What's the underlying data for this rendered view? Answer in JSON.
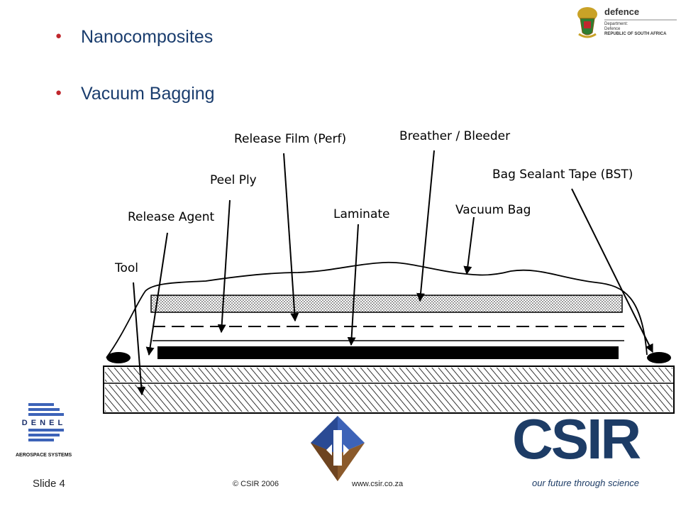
{
  "bullets": [
    {
      "text": "Nanocomposites"
    },
    {
      "text": "Vacuum Bagging"
    }
  ],
  "diagram": {
    "labels": {
      "tool": "Tool",
      "release_agent": "Release Agent",
      "peel_ply": "Peel Ply",
      "release_film": "Release Film (Perf)",
      "laminate": "Laminate",
      "breather": "Breather / Bleeder",
      "vacuum_bag": "Vacuum Bag",
      "bag_sealant": "Bag Sealant Tape (BST)"
    }
  },
  "header_logo": {
    "title": "defence",
    "line1": "Department:",
    "line2": "Defence",
    "line3": "REPUBLIC OF SOUTH AFRICA"
  },
  "denel_logo": {
    "letters": "D E N E L",
    "subtitle": "AEROSPACE SYSTEMS"
  },
  "csir_logo": {
    "wordmark": "CSIR",
    "tagline": "our future through science"
  },
  "footer": {
    "slide": "Slide 4",
    "copyright": "© CSIR  2006",
    "website": "www.csir.co.za"
  },
  "colors": {
    "bullet_text": "#1a3d6e",
    "bullet_dot": "#c0272d",
    "csir_navy": "#1d3c66",
    "nav_blue": "#3d63b8",
    "nav_brown": "#8b5a2b"
  }
}
